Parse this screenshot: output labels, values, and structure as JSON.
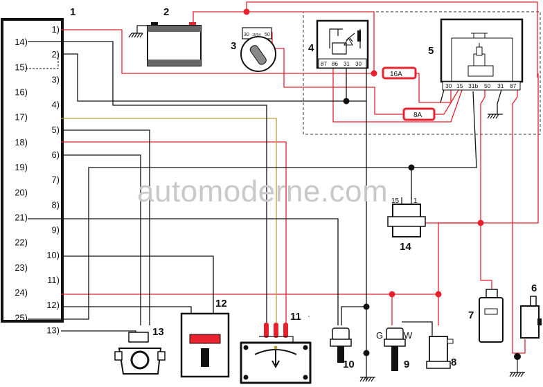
{
  "watermark": "automoderne.com",
  "colors": {
    "red": "#e8212e",
    "black": "#111111",
    "olive": "#b7a23a"
  },
  "components": {
    "c1": "1",
    "c2": "2",
    "c3": "3",
    "c4": "4",
    "c5": "5",
    "c6": "6",
    "c7": "7",
    "c8": "8",
    "c9": "9",
    "c10": "10",
    "c11": "11",
    "c12": "12",
    "c13": "13",
    "c14": "14"
  },
  "ecu_pins": [
    {
      "label": "1)",
      "side": "r"
    },
    {
      "label": "14)",
      "side": "l"
    },
    {
      "label": "2)",
      "side": "r"
    },
    {
      "label": "15)",
      "side": "l"
    },
    {
      "label": "3)",
      "side": "r"
    },
    {
      "label": "16)",
      "side": "l"
    },
    {
      "label": "4)",
      "side": "r"
    },
    {
      "label": "17)",
      "side": "l"
    },
    {
      "label": "5)",
      "side": "r"
    },
    {
      "label": "18)",
      "side": "l"
    },
    {
      "label": "6)",
      "side": "r"
    },
    {
      "label": "19)",
      "side": "l"
    },
    {
      "label": "7)",
      "side": "r"
    },
    {
      "label": "20)",
      "side": "l"
    },
    {
      "label": "8)",
      "side": "r"
    },
    {
      "label": "21)",
      "side": "l"
    },
    {
      "label": "9)",
      "side": "r"
    },
    {
      "label": "22)",
      "side": "l"
    },
    {
      "label": "10)",
      "side": "r"
    },
    {
      "label": "23)",
      "side": "l"
    },
    {
      "label": "11)",
      "side": "r"
    },
    {
      "label": "24)",
      "side": "l"
    },
    {
      "label": "12)",
      "side": "r"
    },
    {
      "label": "25)",
      "side": "l"
    },
    {
      "label": "13)",
      "side": "r"
    }
  ],
  "ignition_terminals": [
    "30",
    "15/54",
    "50"
  ],
  "relay4_terminals": [
    "87",
    "86",
    "31",
    "30"
  ],
  "relay5_terminals": [
    "30",
    "15",
    "31b",
    "50",
    "31",
    "87"
  ],
  "fuses": [
    "16A",
    "8A"
  ],
  "module14_terminals": [
    "15",
    "1"
  ],
  "sensor9_terminals": [
    "G",
    "W"
  ],
  "dot_label": "·"
}
